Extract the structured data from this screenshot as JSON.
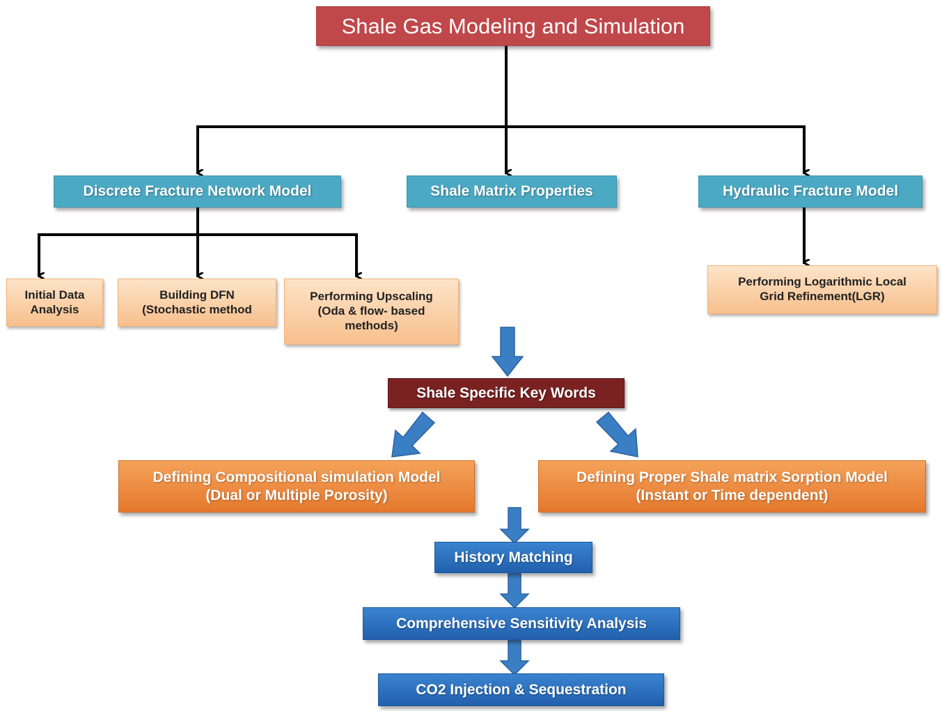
{
  "title": "Shale Gas Modeling and Simulation",
  "level1": {
    "dfn": "Discrete Fracture Network Model",
    "matrix": "Shale Matrix Properties",
    "hydraulic": "Hydraulic Fracture Model"
  },
  "dfn_children": {
    "initial": "Initial Data\nAnalysis",
    "building": "Building DFN\n(Stochastic method",
    "upscaling": "Performing Upscaling\n(Oda & flow- based\nmethods)"
  },
  "lgr": "Performing Logarithmic Local\nGrid Refinement(LGR)",
  "keywords": "Shale Specific Key Words",
  "compositional": "Defining Compositional simulation Model\n(Dual or Multiple Porosity)",
  "sorption": "Defining Proper Shale matrix Sorption Model\n(Instant or Time dependent)",
  "history": "History Matching",
  "sensitivity": "Comprehensive Sensitivity Analysis",
  "co2": "CO2 Injection & Sequestration",
  "colors": {
    "title": "#c0474a",
    "teal": "#4ba9c4",
    "peach": "#f7bf8c",
    "maroon": "#7a2222",
    "orange": "#e4782c",
    "blue": "#2160ad",
    "block_arrow": "#3a7ec4"
  }
}
